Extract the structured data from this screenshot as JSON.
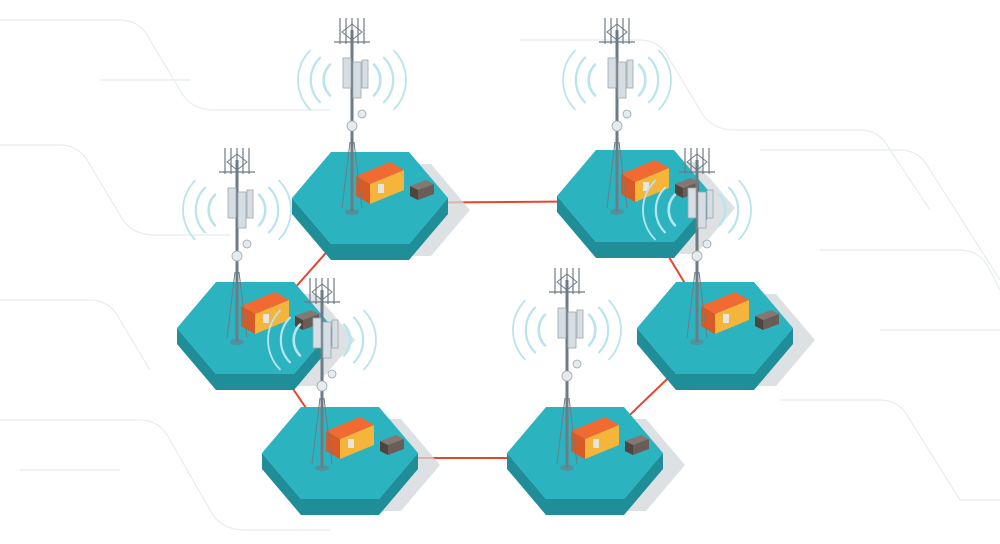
{
  "diagram": {
    "kind": "cell-tower-ring-network",
    "colors": {
      "background": "#ffffff",
      "background_lines": "#e7ecef",
      "hex_top": "#2bb3c0",
      "hex_side": "#1f8e99",
      "hex_shadow": "#d3d7da",
      "link": "#e8462c",
      "tower": "#6d7b85",
      "tower_light": "#d7dee3",
      "signal_wave": "#b9e4ee",
      "container_orange": "#f06a31",
      "container_yellow": "#f5b43a",
      "generator": "#6a5d58"
    },
    "icons": [
      "cell-tower-icon",
      "signal-wave-icon",
      "equipment-shelter-icon",
      "generator-icon"
    ],
    "nodes": [
      {
        "id": "top-left"
      },
      {
        "id": "top-right"
      },
      {
        "id": "mid-left"
      },
      {
        "id": "mid-right"
      },
      {
        "id": "bottom-left"
      },
      {
        "id": "bottom-right"
      }
    ],
    "links": [
      {
        "from": "top-left",
        "to": "top-right"
      },
      {
        "from": "top-right",
        "to": "mid-right"
      },
      {
        "from": "mid-right",
        "to": "bottom-right"
      },
      {
        "from": "bottom-right",
        "to": "bottom-left"
      },
      {
        "from": "bottom-left",
        "to": "mid-left"
      },
      {
        "from": "mid-left",
        "to": "top-left"
      }
    ]
  }
}
